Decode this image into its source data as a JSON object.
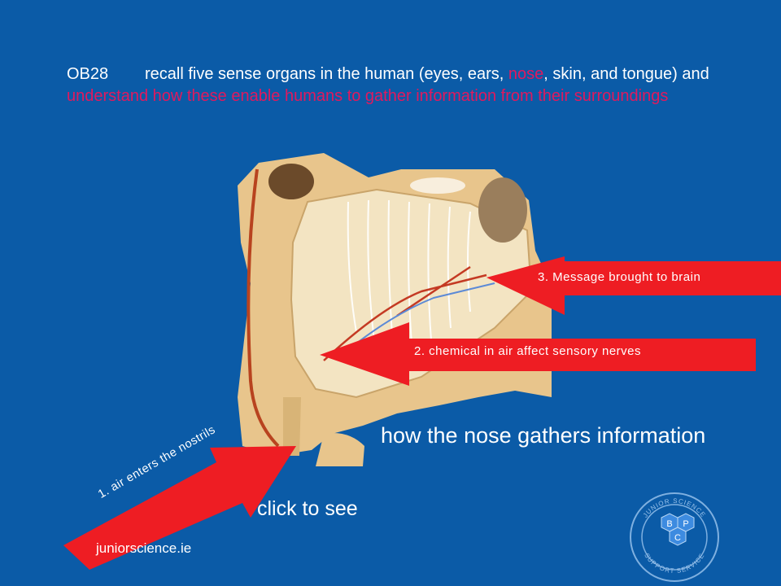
{
  "objective": {
    "code": "OB28",
    "text_before": "recall five sense organs in the human (eyes, ears, ",
    "highlight_1": "nose",
    "text_middle": ", skin, and tongue) and ",
    "highlight_2": "understand how these enable humans to gather information from their surroundings"
  },
  "image": {
    "icon": "nose-cross-section-illustration"
  },
  "arrows": {
    "step1": "1. air enters the nostrils",
    "step2": "2. chemical in air affect sensory nerves",
    "step3": "3. Message brought to brain"
  },
  "caption": "how the nose gathers information",
  "click_prompt": "click to see",
  "footer": {
    "site": "juniorscience.ie"
  },
  "logo": {
    "icon": "junior-science-support-service-logo",
    "top_text": "JUNIOR SCIENCE",
    "bottom_text": "SUPPORT SERVICE",
    "letters": [
      "B",
      "P",
      "C"
    ]
  },
  "colors": {
    "background": "#0b5ba7",
    "highlight": "#e0195e",
    "arrow": "#ee1d23"
  }
}
